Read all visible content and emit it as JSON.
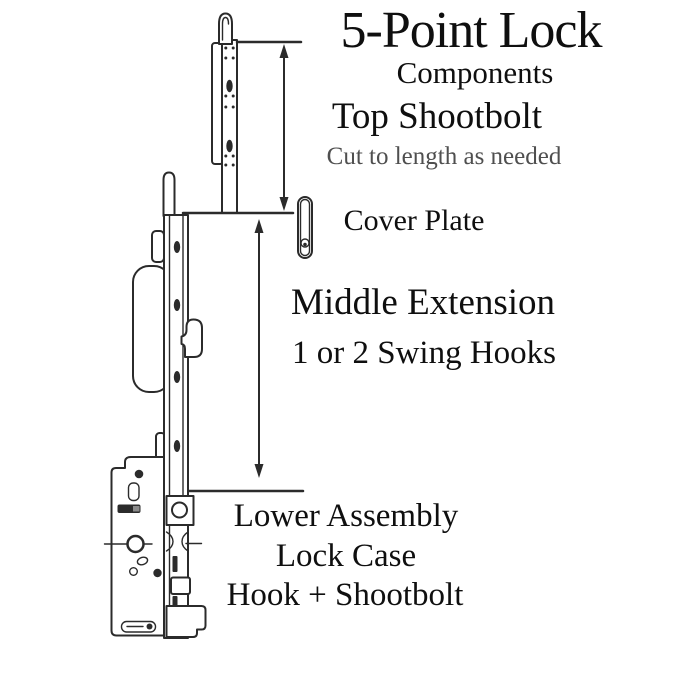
{
  "header": {
    "title": "5-Point Lock",
    "subtitle": "Components"
  },
  "annotations": {
    "top_shootbolt": {
      "label": "Top Shootbolt",
      "note": "Cut to length as needed"
    },
    "cover_plate": {
      "label": "Cover Plate"
    },
    "middle_extension": {
      "label": "Middle Extension",
      "note": "1 or 2 Swing Hooks"
    },
    "lower_assembly": {
      "line1": "Lower Assembly",
      "line2": "Lock Case",
      "line3": "Hook + Shootbolt"
    }
  },
  "drawing": {
    "parts": [
      "top-shootbolt",
      "cover-plate",
      "middle-extension-with-swing-hook",
      "lower-assembly-lock-case"
    ],
    "dimension_lines": [
      "top-shootbolt-length",
      "middle-extension-length"
    ]
  },
  "colors": {
    "line": "#2b2b2b",
    "text": "#0f0f0f",
    "note": "#4f4f4f",
    "background": "#ffffff"
  }
}
